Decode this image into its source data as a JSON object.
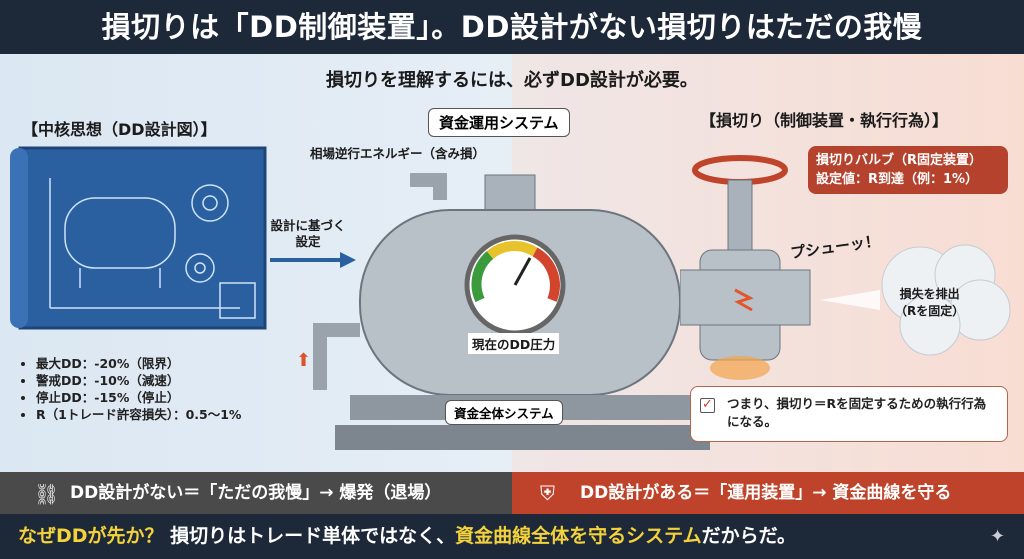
{
  "title": "損切りは「DD制御装置」。DD設計がない損切りはただの我慢",
  "subtitle": "損切りを理解するには、必ずDD設計が必要。",
  "left": {
    "heading": "【中核思想（DD設計図）】",
    "arrow_label": "設計に基づく設定",
    "bullets": [
      "最大DD：-20%（限界）",
      "警戒DD：-10%（減速）",
      "停止DD：-15%（停止）",
      "R（1トレード許容損失）：0.5〜1%"
    ]
  },
  "center": {
    "system_label": "資金運用システム",
    "energy_label": "相場逆行エネルギー（含み損）",
    "gauge_label": "現在のDD圧力",
    "base_label": "資金全体システム"
  },
  "right": {
    "heading": "【損切り（制御装置・執行行為）】",
    "valve_box": [
      "損切りバルブ（R固定装置）",
      "設定値：R到達（例：1%）"
    ],
    "sound": "プシューッ！",
    "cloud_label": [
      "損失を排出",
      "（Rを固定）"
    ],
    "note": "つまり、損切り＝Rを固定するための執行行為になる。"
  },
  "bottom": {
    "left": "DD設計がない＝「ただの我慢」→ 爆発（退場）",
    "right": "DD設計がある＝「運用装置」→ 資金曲線を守る"
  },
  "footer": {
    "p1": "なぜDDが先か？",
    "p2": " 損切りはトレード単体ではなく、",
    "p3": "資金曲線全体を守るシステム",
    "p4": "だからだ。"
  },
  "colors": {
    "navy": "#1d2838",
    "red": "#bf432a",
    "gray": "#4a4a4a",
    "highlight": "#f4d23c"
  }
}
